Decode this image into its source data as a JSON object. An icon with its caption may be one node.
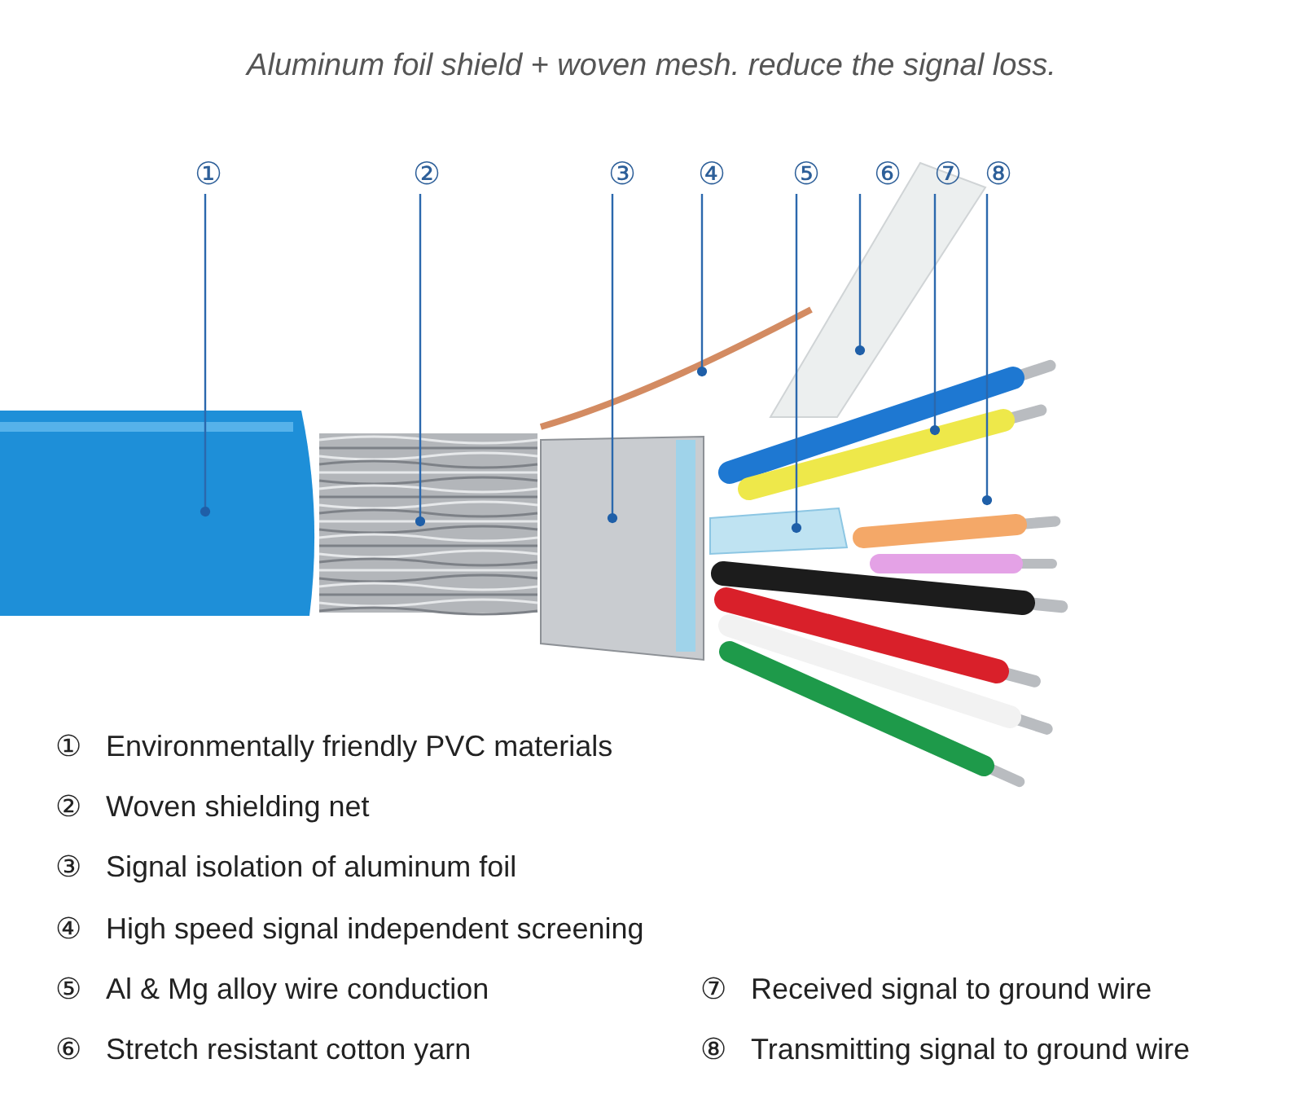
{
  "diagram": {
    "title": "Aluminum foil shield + woven mesh. reduce the signal loss.",
    "nodes": [
      {
        "text": [
          "①"
        ]
      },
      {
        "text": [
          "②"
        ]
      },
      {
        "text": [
          "③"
        ]
      },
      {
        "text": [
          "④"
        ]
      },
      {
        "text": [
          "⑤"
        ]
      },
      {
        "text": [
          "⑥"
        ]
      },
      {
        "text": [
          "⑦"
        ]
      },
      {
        "text": [
          "⑧"
        ]
      },
      {
        "text": [],
        "shape": "picture"
      },
      {
        "text": [],
        "shape": "picture"
      },
      {
        "text": [],
        "shape": "picture"
      },
      {
        "text": [],
        "shape": "picture"
      },
      {
        "text": [],
        "shape": "picture"
      },
      {
        "text": [],
        "shape": "picture"
      },
      {
        "text": [],
        "shape": "picture"
      },
      {
        "text": [],
        "shape": "picture"
      }
    ],
    "edges": [
      {
        "from": 0,
        "to": 8,
        "arrow": "other"
      },
      {
        "from": 1,
        "to": 9,
        "arrow": "other"
      },
      {
        "from": 2,
        "to": 10,
        "arrow": "other"
      },
      {
        "from": 3,
        "to": 11,
        "arrow": "other"
      },
      {
        "from": 4,
        "to": 12,
        "arrow": "other"
      },
      {
        "from": 5,
        "to": 13,
        "arrow": "other"
      },
      {
        "from": 6,
        "to": 14,
        "arrow": "other"
      },
      {
        "from": 7,
        "to": 15,
        "arrow": "other"
      }
    ],
    "labels": [
      "①",
      "Environmentally friendly PVC materials",
      "②",
      "Woven shielding net",
      "③",
      "Signal isolation of aluminum foil",
      "④",
      "High speed signal independent screening",
      "⑤",
      "Al & Mg alloy wire conduction",
      "⑦",
      "Received signal to ground wire",
      "⑥",
      "Stretch resistant cotton yarn",
      "⑧",
      "Transmitting signal to ground wire"
    ]
  }
}
